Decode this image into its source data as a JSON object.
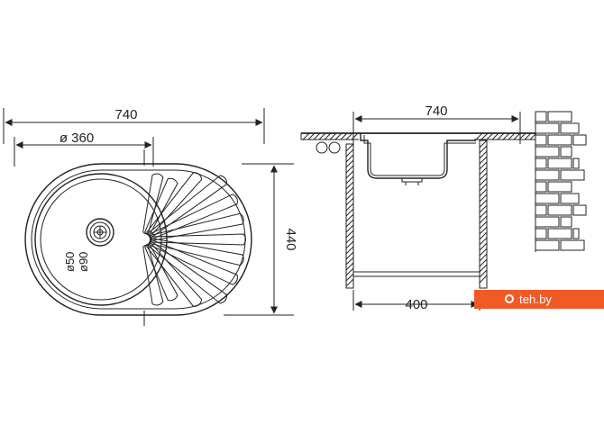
{
  "top_view": {
    "overall_width_label": "740",
    "bowl_diameter_label": "ø 360",
    "height_label": "440",
    "drain_inner_label": "ø50",
    "drain_outer_label": "ø90"
  },
  "side_view": {
    "overall_width_label": "740",
    "cabinet_width_label": "400"
  },
  "watermark": {
    "text": "teh.by"
  },
  "colors": {
    "line": "#222222",
    "badge": "#f15a24"
  }
}
